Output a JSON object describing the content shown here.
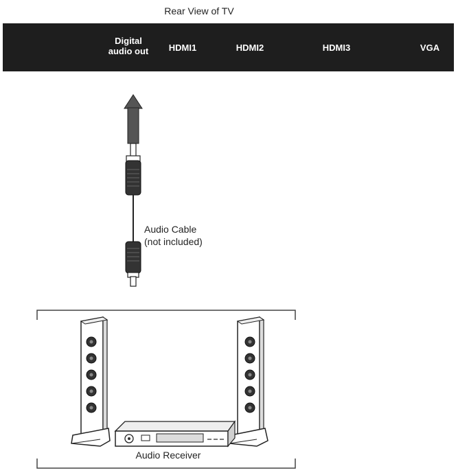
{
  "diagram": {
    "title": "Rear View of TV",
    "ports": {
      "digital_line1": "Digital",
      "digital_line2": "audio out",
      "hdmi1": "HDMI1",
      "hdmi2": "HDMI2",
      "hdmi3": "HDMI3",
      "vga": "VGA"
    },
    "cable": {
      "line1": "Audio Cable",
      "line2": "(not included)"
    },
    "receiver_label": "Audio Receiver",
    "colors": {
      "panel": "#1e1e1e",
      "port_text": "#ffffff",
      "line": "#333333"
    }
  }
}
